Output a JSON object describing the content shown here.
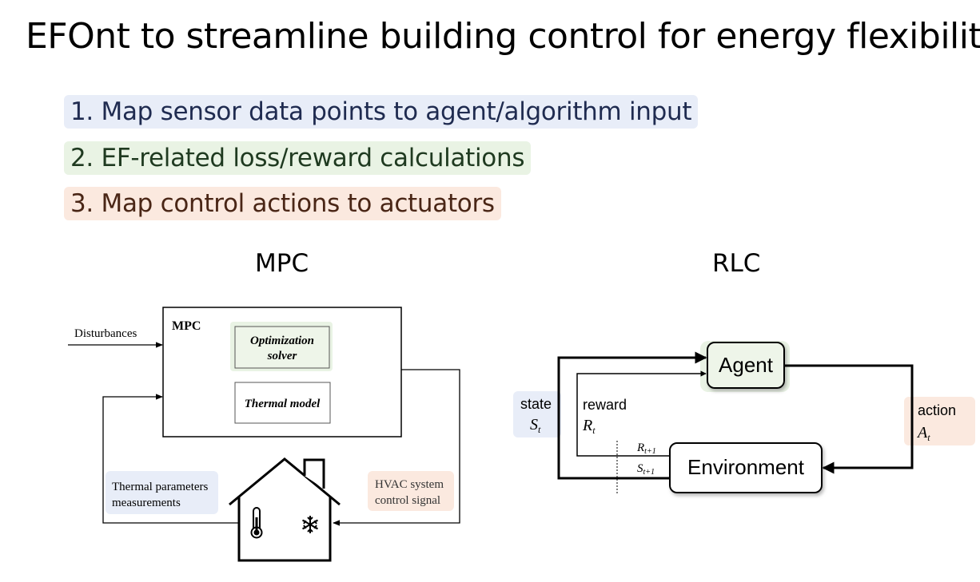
{
  "title": "EFOnt to streamline building control for energy flexibility",
  "bullets": [
    {
      "label": "1. Map sensor data points to agent/algorithm input",
      "color": "#e8edf8"
    },
    {
      "label": "2. EF-related loss/reward calculations",
      "color": "#e9f3e4"
    },
    {
      "label": "3. Map control actions to actuators",
      "color": "#fbe9df"
    }
  ],
  "mpc": {
    "section_title": "MPC",
    "box_label": "MPC",
    "disturbances": "Disturbances",
    "solver_line1": "Optimization",
    "solver_line2": "solver",
    "thermal_model": "Thermal model",
    "thermal_params_line1": "Thermal parameters",
    "thermal_params_line2": "measurements",
    "hvac_line1": "HVAC system",
    "hvac_line2": "control signal",
    "icons": [
      "house-icon",
      "thermometer-icon",
      "snowflake-icon"
    ]
  },
  "rlc": {
    "section_title": "RLC",
    "agent": "Agent",
    "environment": "Environment",
    "state_label": "state",
    "state_sym": "S",
    "state_sub": "t",
    "reward_label": "reward",
    "reward_sym": "R",
    "reward_sub": "t",
    "action_label": "action",
    "action_sym": "A",
    "action_sub": "t",
    "next_reward_sym": "R",
    "next_reward_sub": "t+1",
    "next_state_sym": "S",
    "next_state_sub": "t+1"
  }
}
